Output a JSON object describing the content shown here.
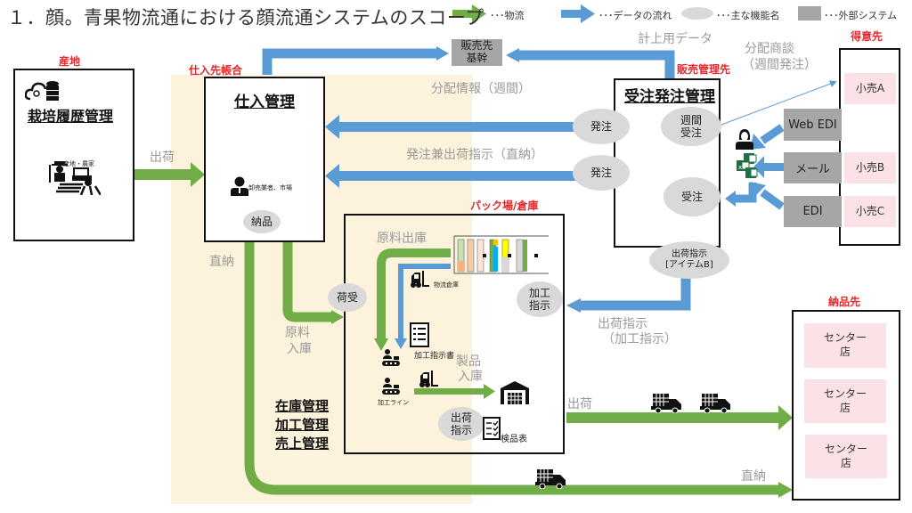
{
  "title": "１．顔。青果物流通における顔流通システムのスコープ",
  "legend": {
    "logistics": "･･･物流",
    "data_flow": "･･･データの流れ",
    "function": "･･･主な機能名",
    "external_system": "･･･外部システム"
  },
  "colors": {
    "logistics_green": "#70ad47",
    "data_blue": "#5b9bd5",
    "function_gray": "#d9d9d9",
    "external_gray": "#a6a6a6",
    "label_red": "#e8262b",
    "supplier_zone": "#fdf2dc",
    "customer_pink": "#fbe2e6"
  },
  "sections": {
    "origin": {
      "label": "産地",
      "title": "栽培履歴管理",
      "icon_caption": "産地・農家"
    },
    "purchase": {
      "label": "仕入先帳合",
      "title": "仕入管理",
      "icon_caption": "卸売業者、市場",
      "function": "納品"
    },
    "sales_system": {
      "label": "販売先\n基幹",
      "line1": "販売先",
      "line2": "基幹"
    },
    "order": {
      "label": "販売管理先",
      "title": "受注発注管理",
      "functions": {
        "weekly_order_l1": "週間",
        "weekly_order_l2": "受注",
        "order_received": "受注",
        "purchase_order_1": "発注",
        "purchase_order_2": "発注",
        "shipping_instr_l1": "出荷指示",
        "shipping_instr_l2": "[アイテムB]"
      }
    },
    "warehouse": {
      "label": "パック場/倉庫",
      "raw_out": "原料出庫",
      "receiving": "荷受",
      "processing_instr_l1": "加工",
      "processing_instr_l2": "指示",
      "warehouse_caption": "物流倉庫",
      "instruction_sheet": "加工指示書",
      "line_caption": "加工ライン",
      "product_in_l1": "製品",
      "product_in_l2": "入庫",
      "ship_instr_l1": "出荷",
      "ship_instr_l2": "指示",
      "inspection": "検品表",
      "mgmt1": "在庫管理",
      "mgmt2": "加工管理",
      "mgmt3": "売上管理"
    },
    "customers": {
      "label": "得意先",
      "retail_a": "小売A",
      "retail_b": "小売B",
      "retail_c": "小売C",
      "web_edi": "Web EDI",
      "mail": "メール",
      "edi": "EDI"
    },
    "delivery": {
      "label": "納品先",
      "stores": [
        "センター\n店",
        "センター\n店",
        "センター\n店"
      ],
      "store_l1": "センター",
      "store_l2": "店"
    }
  },
  "flow_labels": {
    "ship_from_origin": "出荷",
    "booking_data": "計上用データ",
    "distribution_info": "分配情報（週間）",
    "order_and_ship": "発注兼出荷指示（直納）",
    "distribution_talk_l1": "分配商談",
    "distribution_talk_l2": "（週間発注）",
    "direct_delivery_left": "直納",
    "raw_in_l1": "原料",
    "raw_in_l2": "入庫",
    "ship_instr_l1": "出荷指示",
    "ship_instr_l2": "（加工指示）",
    "ship_to_stores": "出荷",
    "direct_delivery_bottom": "直納"
  }
}
